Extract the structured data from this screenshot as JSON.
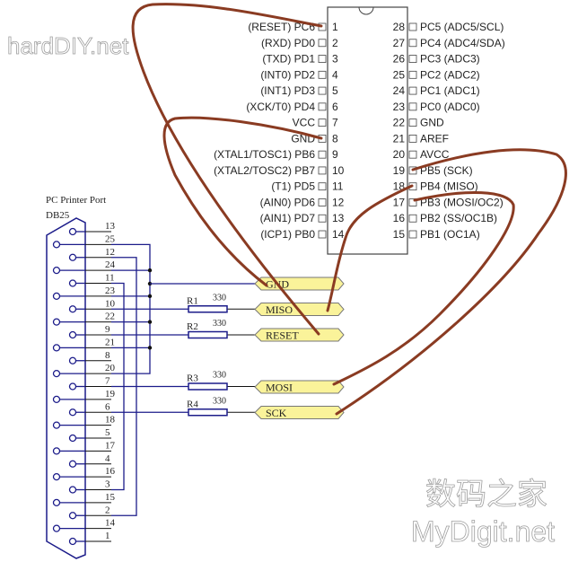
{
  "connector": {
    "title": "PC Printer Port",
    "type_label": "DB25",
    "pins": [
      "13",
      "25",
      "12",
      "24",
      "11",
      "23",
      "10",
      "22",
      "9",
      "21",
      "8",
      "20",
      "7",
      "19",
      "6",
      "18",
      "5",
      "17",
      "4",
      "16",
      "3",
      "15",
      "2",
      "14",
      "1"
    ]
  },
  "resistors": [
    {
      "name": "R1",
      "value": "330"
    },
    {
      "name": "R2",
      "value": "330"
    },
    {
      "name": "R3",
      "value": "330"
    },
    {
      "name": "R4",
      "value": "330"
    }
  ],
  "net_labels": [
    "GND",
    "MISO",
    "RESET",
    "MOSI",
    "SCK"
  ],
  "chip": {
    "left_pins": [
      {
        "num": "1",
        "label": "(RESET) PC6"
      },
      {
        "num": "2",
        "label": "(RXD) PD0"
      },
      {
        "num": "3",
        "label": "(TXD) PD1"
      },
      {
        "num": "4",
        "label": "(INT0) PD2"
      },
      {
        "num": "5",
        "label": "(INT1) PD3"
      },
      {
        "num": "6",
        "label": "(XCK/T0) PD4"
      },
      {
        "num": "7",
        "label": "VCC"
      },
      {
        "num": "8",
        "label": "GND"
      },
      {
        "num": "9",
        "label": "(XTAL1/TOSC1) PB6"
      },
      {
        "num": "10",
        "label": "(XTAL2/TOSC2) PB7"
      },
      {
        "num": "11",
        "label": "(T1) PD5"
      },
      {
        "num": "12",
        "label": "(AIN0) PD6"
      },
      {
        "num": "13",
        "label": "(AIN1) PD7"
      },
      {
        "num": "14",
        "label": "(ICP1) PB0"
      }
    ],
    "right_pins": [
      {
        "num": "28",
        "label": "PC5 (ADC5/SCL)"
      },
      {
        "num": "27",
        "label": "PC4 (ADC4/SDA)"
      },
      {
        "num": "26",
        "label": "PC3 (ADC3)"
      },
      {
        "num": "25",
        "label": "PC2 (ADC2)"
      },
      {
        "num": "24",
        "label": "PC1 (ADC1)"
      },
      {
        "num": "23",
        "label": "PC0 (ADC0)"
      },
      {
        "num": "22",
        "label": "GND"
      },
      {
        "num": "21",
        "label": "AREF"
      },
      {
        "num": "20",
        "label": "AVCC"
      },
      {
        "num": "19",
        "label": "PB5 (SCK)"
      },
      {
        "num": "18",
        "label": "PB4 (MISO)"
      },
      {
        "num": "17",
        "label": "PB3 (MOSI/OC2)"
      },
      {
        "num": "16",
        "label": "PB2 (SS/OC1B)"
      },
      {
        "num": "15",
        "label": "PB1 (OC1A)"
      }
    ]
  },
  "watermark": {
    "top_logo": "hardDIY.net",
    "line1": "数码之家",
    "line2": "MyDigit.net"
  },
  "colors": {
    "wire": "#1c1c8a",
    "label_fill": "#faf39a",
    "hand_wire": "#8a3b22"
  }
}
